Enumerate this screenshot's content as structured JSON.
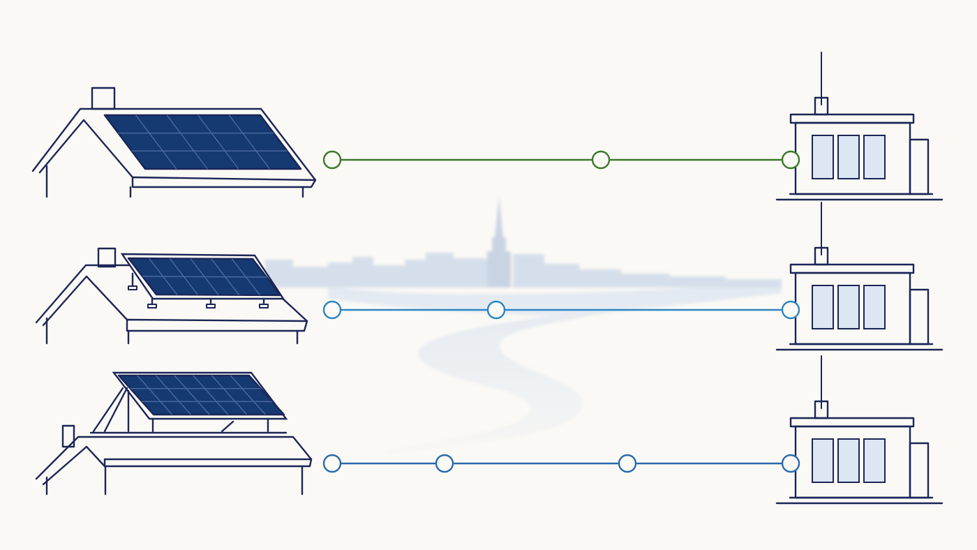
{
  "colors": {
    "background": "#fbf9f5",
    "outline": "#1b2557",
    "panel": "#153a72",
    "panel_grid": "#4a6a9e",
    "building_window": "#dde7f3",
    "city_haze": "#c9d6e8",
    "river": "#d6e1ef"
  },
  "scenes": [
    {
      "roof_type": "flush-mounted pitched roof",
      "line_color": "#3a7a2a",
      "connection_nodes": 3,
      "destination_icon": "building-with-antenna-icon"
    },
    {
      "roof_type": "tilted rack on pitched roof",
      "line_color": "#2a86c2",
      "connection_nodes": 3,
      "destination_icon": "building-with-antenna-icon"
    },
    {
      "roof_type": "raised frame on flat roof",
      "line_color": "#2a6aae",
      "connection_nodes": 4,
      "destination_icon": "building-with-antenna-icon"
    }
  ],
  "background_icon": "city-skyline-with-spire-and-river-icon"
}
